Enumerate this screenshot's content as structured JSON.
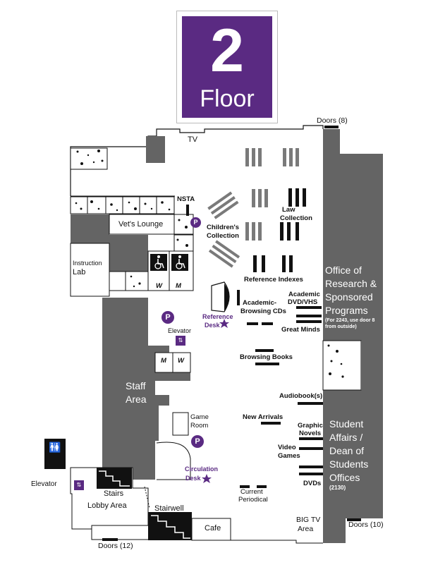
{
  "floor": {
    "number": "2",
    "word": "Floor"
  },
  "labels": {
    "tv": "TV",
    "doors_8": "Doors (8)",
    "nsta": "NSTA",
    "vets_lounge": "Vet's Lounge",
    "instruction_lab_1": "Instruction",
    "instruction_lab_2": "Lab",
    "childrens_1": "Children's",
    "childrens_2": "Collection",
    "law_1": "Law",
    "law_2": "Collection",
    "reference_indexes": "Reference Indexes",
    "office_research": [
      "Office of",
      "Research &",
      "Sponsored",
      "Programs"
    ],
    "office_note_1": "(For 2243, use door 8",
    "office_note_2": "from outside)",
    "reference_desk_1": "Reference",
    "reference_desk_2": "Desk",
    "academic_cds_1": "Academic-",
    "academic_cds_2": "Browsing CDs",
    "academic_dvd_1": "Academic",
    "academic_dvd_2": "DVD/VHS",
    "great_minds": "Great Minds",
    "elevator_upper": "Elevator",
    "browsing_books": "Browsing Books",
    "staff_area_1": "Staff",
    "staff_area_2": "Area",
    "audiobooks": "Audiobook(s)",
    "new_arrivals": "New Arrivals",
    "game_room_1": "Game",
    "game_room_2": "Room",
    "graphic_novels_1": "Graphic",
    "graphic_novels_2": "Novels",
    "video_games_1": "Video",
    "video_games_2": "Games",
    "student_affairs": [
      "Student",
      "Affairs /",
      "Dean of",
      "Students",
      "Offices"
    ],
    "student_affairs_room": "(2130)",
    "circulation_1": "Circulation",
    "circulation_2": "Desk",
    "dvds": "DVDs",
    "elevator_lower": "Elevator",
    "stairs": "Stairs",
    "lobby_area": "Lobby Area",
    "stairwell": "Stairwell",
    "cafe": "Cafe",
    "current_1": "Current",
    "current_2": "Periodical",
    "big_tv_1": "BIG TV",
    "big_tv_2": "Area",
    "doors_10": "Doors (10)",
    "doors_12": "Doors (12)",
    "restroom_w": "W",
    "restroom_m": "M",
    "parking": "P"
  },
  "colors": {
    "brand_purple": "#5a2a82",
    "wall_gray": "#646464",
    "shelf_gray": "#7a7a7a",
    "shelf_black": "#111111"
  },
  "icons": [
    "wheelchair-icon",
    "restroom-icon",
    "elevator-icon",
    "star-icon",
    "parking-icon"
  ]
}
